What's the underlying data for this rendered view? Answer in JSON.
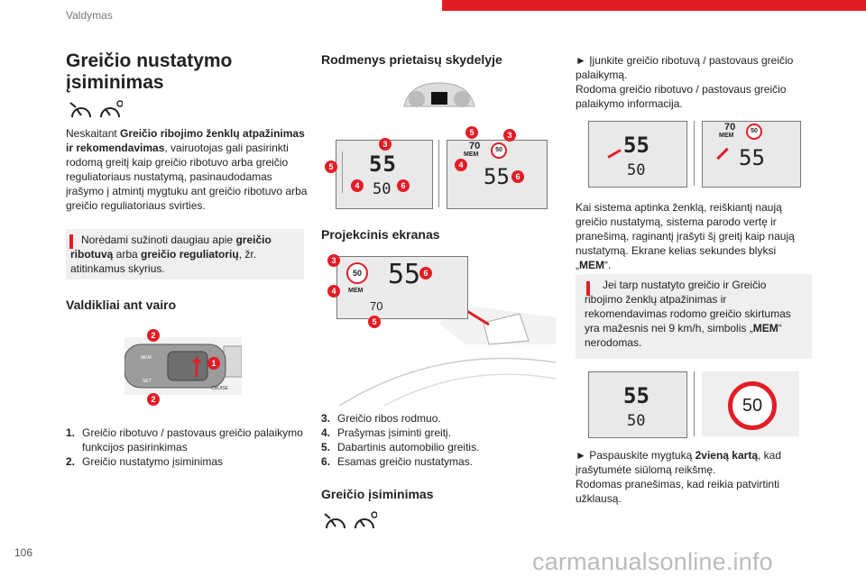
{
  "header": {
    "section": "Valdymas",
    "page_number": "106",
    "accent": "#e21d26"
  },
  "watermark": "carmanualsonline.info",
  "col1": {
    "title": "Greičio nustatymo įsiminimas",
    "intro_bold1": "Greičio ribojimo ženklų atpažinimas ir rekomendavimas",
    "intro_pre": "Neskaitant ",
    "intro_post": ", vairuotojas gali pasirinkti rodomą greitį kaip greičio ribotuvo arba greičio reguliatoriaus nustatymą, pasinaudodamas įrašymo į atmintį mygtuku ant greičio ribotuvo arba greičio reguliatoriaus svirties.",
    "note": {
      "pre": "Norėdami sužinoti daugiau apie ",
      "b1": "greičio ribotuvą",
      "mid": " arba ",
      "b2": "greičio reguliatorių",
      "post": ", žr. atitinkamus skyrius."
    },
    "controls_heading": "Valdikliai ant vairo",
    "list": [
      {
        "n": "1.",
        "text": "Greičio ribotuvo / pastovaus greičio palaikymo funkcijos pasirinkimas"
      },
      {
        "n": "2.",
        "text": "Greičio nustatymo įsiminimas"
      }
    ],
    "stalk_badges": [
      "2",
      "1",
      "2"
    ],
    "stalk_labels": [
      "MEM",
      "SET",
      "CRUISE"
    ]
  },
  "col2": {
    "dash_heading": "Rodmenys prietaisų skydelyje",
    "hud_heading": "Projekcinis ekranas",
    "list": [
      {
        "n": "3.",
        "text": "Greičio ribos rodmuo."
      },
      {
        "n": "4.",
        "text": "Prašymas įsiminti greitį."
      },
      {
        "n": "5.",
        "text": "Dabartinis automobilio greitis."
      },
      {
        "n": "6.",
        "text": "Esamas greičio nustatymas."
      }
    ],
    "memory_heading": "Greičio įsiminimas",
    "dash_left": {
      "big": "55",
      "small": "50",
      "badges": [
        "3",
        "5",
        "4",
        "6"
      ]
    },
    "dash_right": {
      "speed": "70",
      "mem": "MEM",
      "sign": "50",
      "big": "55",
      "badges": [
        "5",
        "3",
        "4",
        "6"
      ]
    },
    "hud": {
      "sign": "50",
      "big": "55",
      "mem": "MEM",
      "speed": "70",
      "badges": [
        "3",
        "6",
        "4",
        "5"
      ]
    }
  },
  "col3": {
    "step1": "► Įjunkite greičio ribotuvą / pastovaus greičio palaikymą.",
    "step1b": "Rodoma greičio ribotuvo / pastovaus greičio palaikymo informacija.",
    "img1_left": {
      "big": "55",
      "small": "50"
    },
    "img1_right": {
      "speed": "70",
      "mem": "MEM",
      "sign": "50",
      "big": "55"
    },
    "para": {
      "text": "Kai sistema aptinka ženklą, reiškiantį naują greičio nustatymą, sistema parodo vertę ir pranešimą, raginantį įrašyti šį greitį kaip naują nustatymą. Ekrane kelias sekundes blyksi „",
      "mem": "MEM",
      "end": "“."
    },
    "note": {
      "text": "Jei tarp nustatyto greičio ir Greičio ribojimo ženklų atpažinimas ir rekomendavimas rodomo greičio skirtumas yra mažesnis nei 9 km/h, simbolis „",
      "mem": "MEM",
      "end": "“ nerodomas."
    },
    "img2": {
      "big": "55",
      "small": "50",
      "sign": "50"
    },
    "step2_pre": "► Paspauskite mygtuką ",
    "step2_bold": "2vieną kartą",
    "step2_post": ", kad įrašytumėte siūlomą reikšmę.",
    "step2b": "Rodomas pranešimas, kad reikia patvirtinti užklausą."
  }
}
